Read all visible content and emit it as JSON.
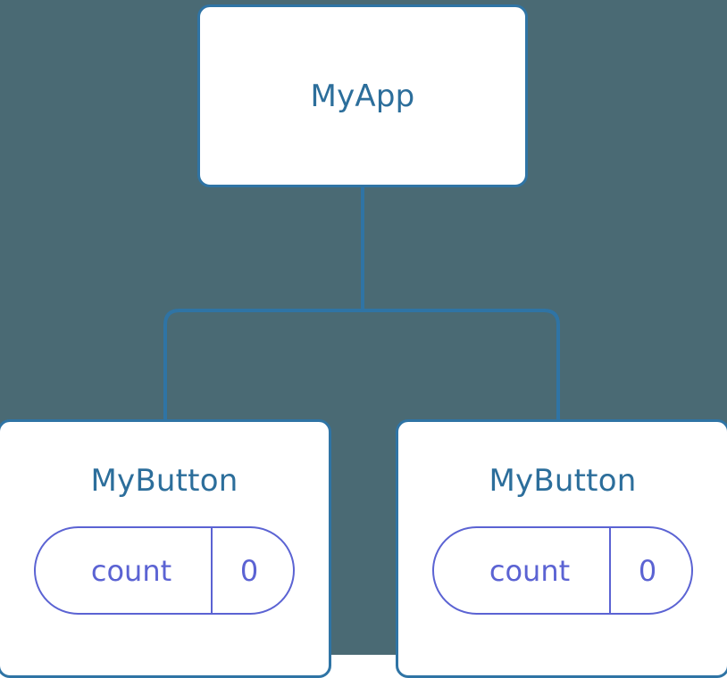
{
  "diagram": {
    "type": "component-tree",
    "background_color": "#4a6a74",
    "node_border_color": "#2f74a5",
    "node_title_color": "#2c6e9b",
    "state_accent_color": "#5b63d3",
    "connector_color": "#2f74a5"
  },
  "root": {
    "title": "MyApp"
  },
  "children": [
    {
      "title": "MyButton",
      "state": {
        "key": "count",
        "value": "0"
      }
    },
    {
      "title": "MyButton",
      "state": {
        "key": "count",
        "value": "0"
      }
    }
  ]
}
